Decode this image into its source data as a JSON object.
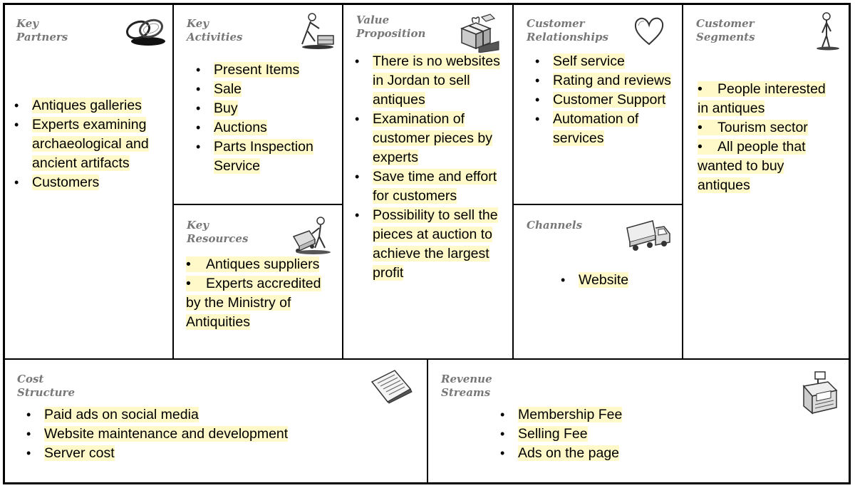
{
  "key_partners": {
    "title": [
      "Key",
      "Partners"
    ],
    "items": [
      "Antiques galleries",
      "Experts examining archaeological and ancient artifacts",
      "Customers"
    ]
  },
  "key_activities": {
    "title": [
      "Key",
      "Activities"
    ],
    "items": [
      "Present Items",
      "Sale",
      "Buy",
      "Auctions",
      "Parts Inspection Service"
    ]
  },
  "key_resources": {
    "title": [
      "Key",
      "Resources"
    ],
    "items": [
      "Antiques suppliers",
      "Experts accredited by the Ministry of Antiquities"
    ]
  },
  "value_proposition": {
    "title": [
      "Value",
      "Proposition"
    ],
    "items": [
      "There is no websites in Jordan to sell antiques",
      "Examination of customer pieces by experts",
      "Save time and effort for customers",
      "Possibility to sell the pieces at auction to achieve the largest profit"
    ]
  },
  "customer_relationships": {
    "title": [
      "Customer",
      "Relationships"
    ],
    "items": [
      "Self service",
      "Rating and reviews",
      "Customer Support",
      "Automation of services"
    ]
  },
  "channels": {
    "title": [
      "Channels"
    ],
    "items": [
      "Website"
    ]
  },
  "customer_segments": {
    "title": [
      "Customer",
      "Segments"
    ],
    "items": [
      "People interested in antiques",
      "Tourism sector",
      "All people that wanted to buy antiques"
    ]
  },
  "cost_structure": {
    "title": [
      "Cost",
      "Structure"
    ],
    "items": [
      "Paid ads on social media",
      "Website maintenance and development",
      "Server cost"
    ]
  },
  "revenue_streams": {
    "title": [
      "Revenue",
      "Streams"
    ],
    "items": [
      "Membership Fee",
      "Selling Fee",
      "Ads on the page"
    ]
  },
  "icons": [
    "chain-links-icon",
    "worker-icon",
    "gift-boxes-icon",
    "heart-icon",
    "standing-person-icon",
    "forklift-icon",
    "delivery-truck-icon",
    "receipt-icon",
    "cash-register-icon"
  ]
}
